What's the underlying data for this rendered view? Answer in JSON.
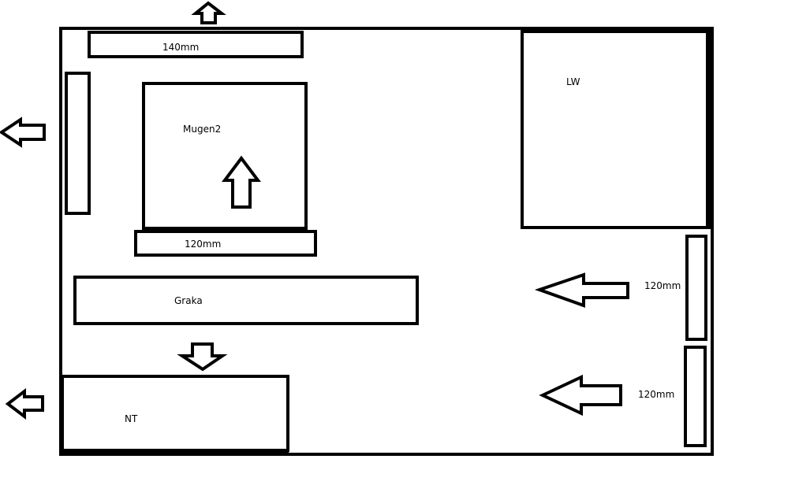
{
  "labels": {
    "fan_top": "140mm",
    "cooler": "Mugen2",
    "fan_cooler": "120mm",
    "gpu": "Graka",
    "psu": "NT",
    "drive_bay": "LW",
    "fan_front_upper": "120mm",
    "fan_front_lower": "120mm"
  },
  "colors": {
    "line": "#000000",
    "background": "#ffffff"
  }
}
